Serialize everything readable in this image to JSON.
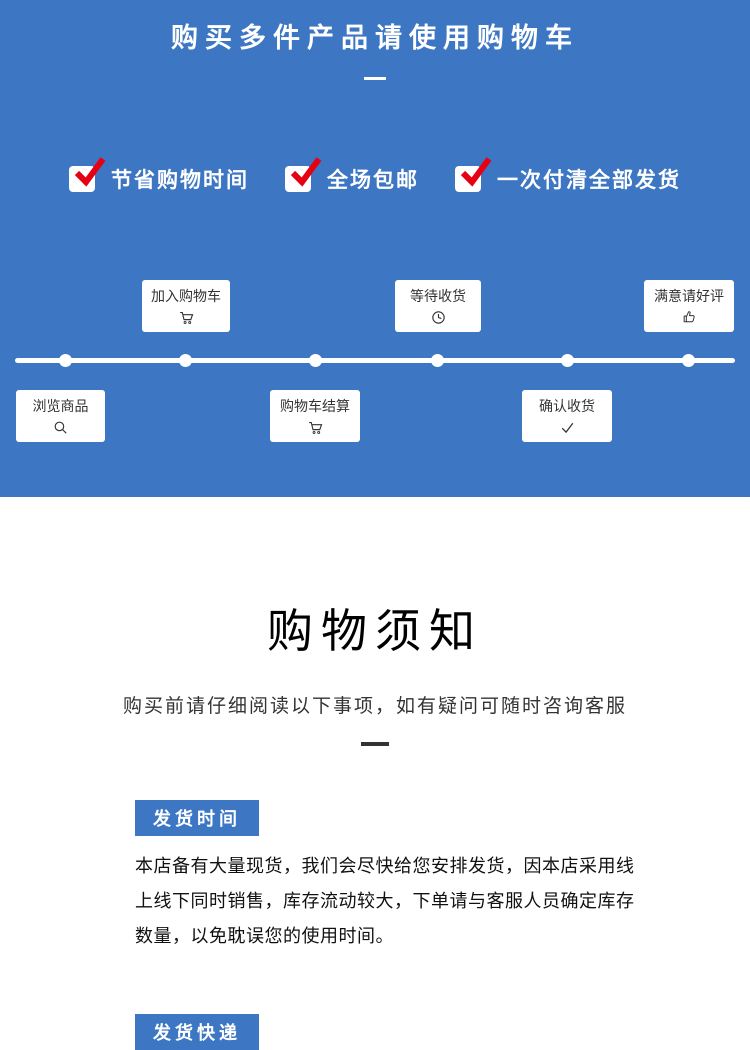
{
  "hero": {
    "title": "购买多件产品请使用购物车",
    "benefits": [
      {
        "label": "节省购物时间",
        "icon": "red-check-icon"
      },
      {
        "label": "全场包邮",
        "icon": "red-check-icon"
      },
      {
        "label": "一次付清全部发货",
        "icon": "red-check-icon"
      }
    ],
    "timeline": {
      "top_steps": [
        {
          "label": "加入购物车",
          "icon": "cart-icon"
        },
        {
          "label": "等待收货",
          "icon": "clock-icon"
        },
        {
          "label": "满意请好评",
          "icon": "thumbs-up-icon"
        }
      ],
      "bottom_steps": [
        {
          "label": "浏览商品",
          "icon": "search-icon"
        },
        {
          "label": "购物车结算",
          "icon": "cart-icon"
        },
        {
          "label": "确认收货",
          "icon": "check-icon"
        }
      ]
    }
  },
  "notice": {
    "title": "购物须知",
    "subtitle": "购买前请仔细阅读以下事项，如有疑问可随时咨询客服",
    "sections": [
      {
        "badge": "发货时间",
        "body": "本店备有大量现货，我们会尽快给您安排发货，因本店采用线上线下同时销售，库存流动较大，下单请与客服人员确定库存数量，以免耽误您的使用时间。"
      },
      {
        "badge": "发货快递"
      }
    ]
  },
  "colors": {
    "primary_blue": "#3d76c2",
    "check_red": "#e60012",
    "text_dark": "#333333"
  }
}
